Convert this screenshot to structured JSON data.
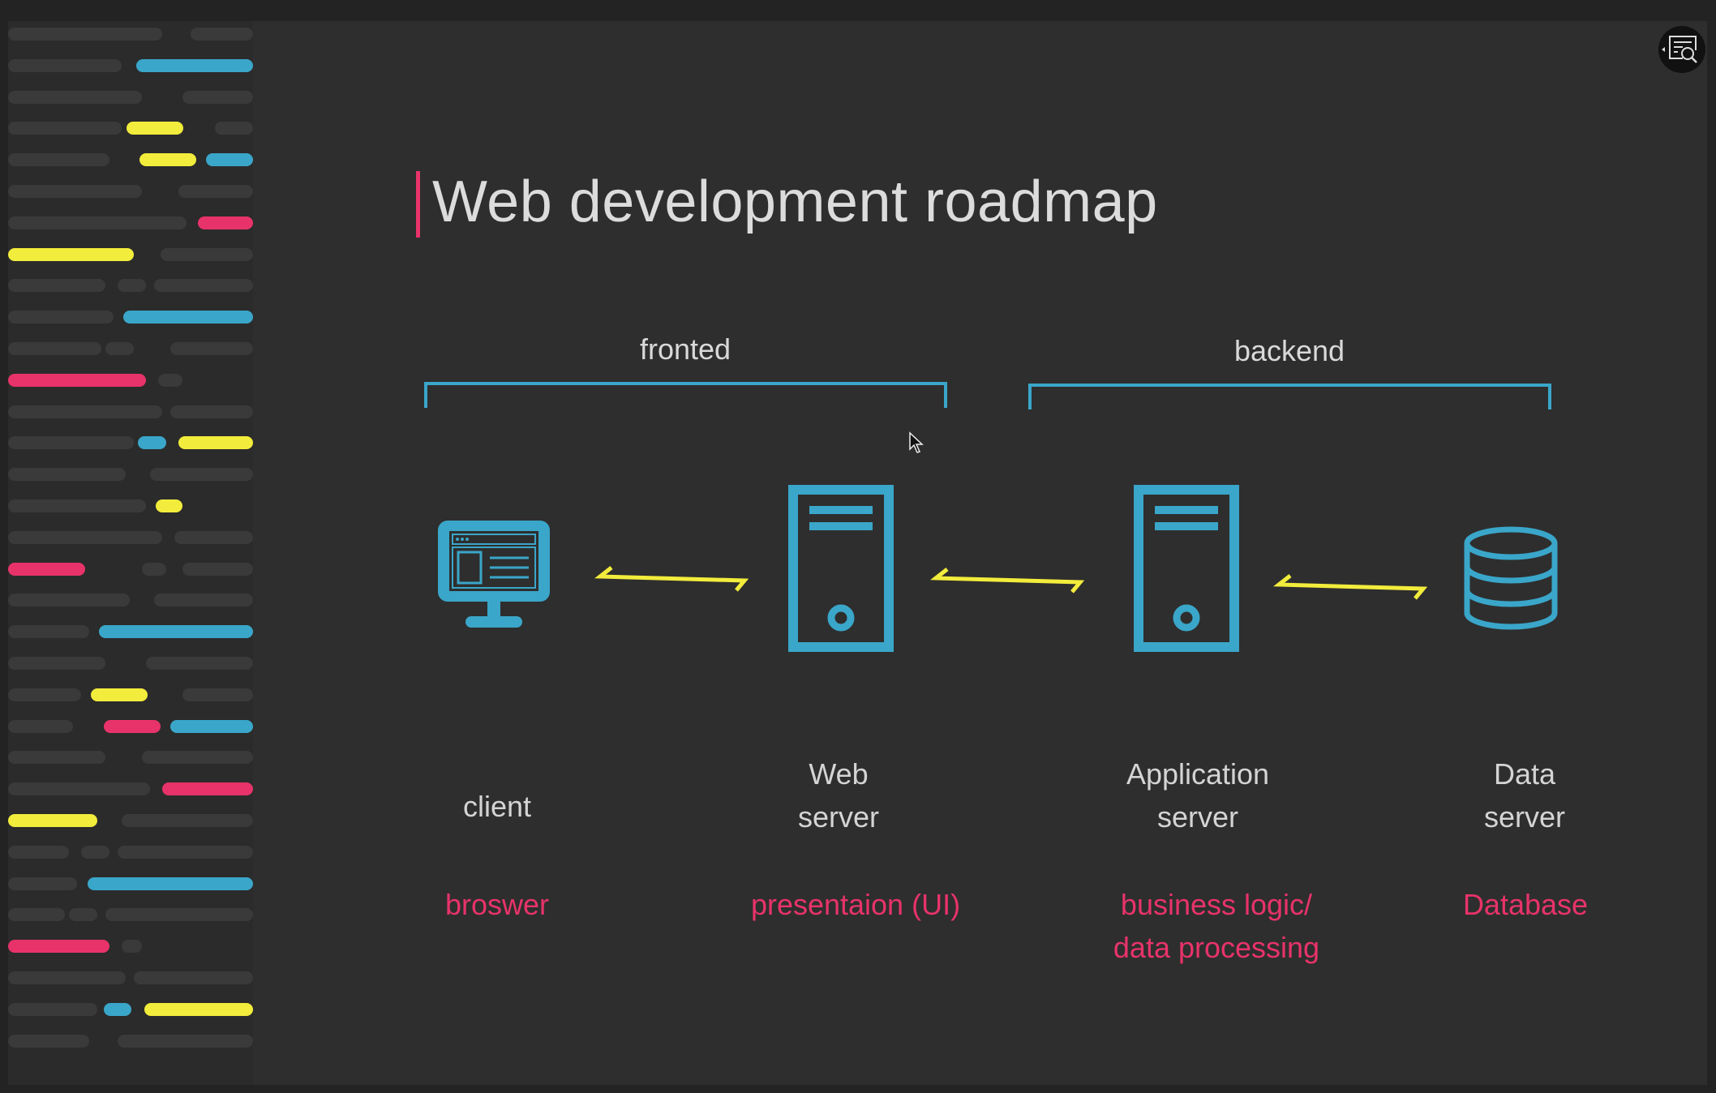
{
  "slide": {
    "title": "Web development roadmap",
    "groups": [
      {
        "label": "fronted"
      },
      {
        "label": "backend"
      }
    ],
    "nodes": [
      {
        "icon": "monitor-icon",
        "label_lines": [
          "client"
        ],
        "role_lines": [
          "broswer"
        ]
      },
      {
        "icon": "server-icon",
        "label_lines": [
          "Web",
          "server"
        ],
        "role_lines": [
          "presentaion (UI)"
        ]
      },
      {
        "icon": "server-icon",
        "label_lines": [
          "Application",
          "server"
        ],
        "role_lines": [
          "business logic/",
          "data processing"
        ]
      },
      {
        "icon": "database-icon",
        "label_lines": [
          "Data",
          "server"
        ],
        "role_lines": [
          "Database"
        ]
      }
    ]
  },
  "colors": {
    "accent_blue": "#3aa6c9",
    "accent_yellow": "#f2ec3c",
    "accent_pink": "#e8336a",
    "background": "#2e2e2e"
  },
  "toolbar": {
    "icon": "find-in-page-icon"
  }
}
